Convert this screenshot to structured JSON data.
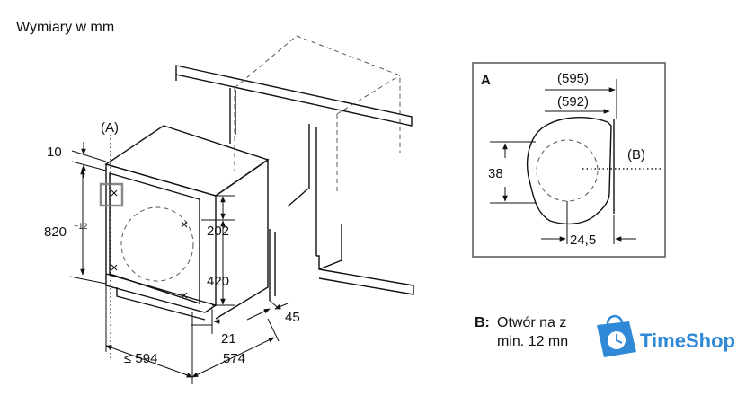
{
  "header": {
    "units_label": "Wymiary w mm"
  },
  "main_view": {
    "label_a": "(A)",
    "dim_top": "10",
    "dim_height": "820",
    "dim_height_tolerance": "+12",
    "dim_upper": "202",
    "dim_lower": "420",
    "dim_45": "45",
    "dim_21": "21",
    "dim_width": "≤ 594",
    "dim_depth": "574"
  },
  "detail_view": {
    "title": "A",
    "dim_595": "(595)",
    "dim_592": "(592)",
    "dim_38": "38",
    "label_b": "(B)",
    "dim_245": "24,5"
  },
  "note": {
    "prefix": "B:",
    "line1": "Otwór na z",
    "line2": "min. 12 mn"
  },
  "logo": {
    "name": "TimeShop",
    "icon": "shopping-bag-clock-icon",
    "color": "#2f89d6"
  }
}
